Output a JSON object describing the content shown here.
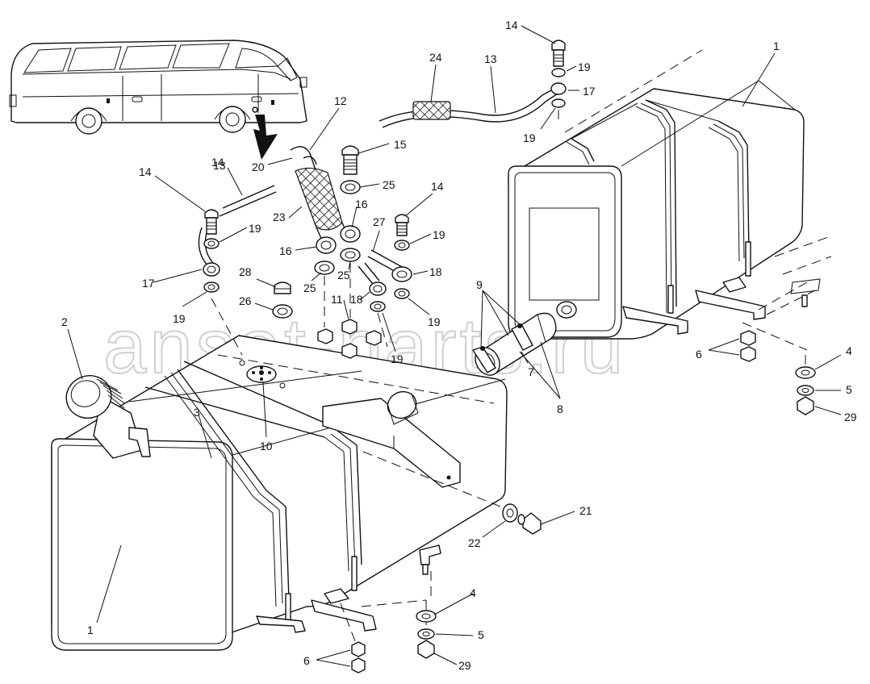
{
  "watermark": "ansat-parts.ru",
  "callouts": [
    {
      "label": "14"
    },
    {
      "label": "19"
    },
    {
      "label": "17"
    },
    {
      "label": "19"
    },
    {
      "label": "1"
    },
    {
      "label": "24"
    },
    {
      "label": "13"
    },
    {
      "label": "12"
    },
    {
      "label": "20"
    },
    {
      "label": "15"
    },
    {
      "label": "25"
    },
    {
      "label": "16"
    },
    {
      "label": "23"
    },
    {
      "label": "16"
    },
    {
      "label": "25"
    },
    {
      "label": "25"
    },
    {
      "label": "14"
    },
    {
      "label": "13"
    },
    {
      "label": "19"
    },
    {
      "label": "17"
    },
    {
      "label": "19"
    },
    {
      "label": "27"
    },
    {
      "label": "14"
    },
    {
      "label": "19"
    },
    {
      "label": "18"
    },
    {
      "label": "18"
    },
    {
      "label": "11"
    },
    {
      "label": "19"
    },
    {
      "label": "19"
    },
    {
      "label": "28"
    },
    {
      "label": "26"
    },
    {
      "label": "9"
    },
    {
      "label": "7"
    },
    {
      "label": "8"
    },
    {
      "label": "6"
    },
    {
      "label": "4"
    },
    {
      "label": "5"
    },
    {
      "label": "29"
    },
    {
      "label": "2"
    },
    {
      "label": "3"
    },
    {
      "label": "10"
    },
    {
      "label": "21"
    },
    {
      "label": "22"
    },
    {
      "label": "1"
    },
    {
      "label": "4"
    },
    {
      "label": "5"
    },
    {
      "label": "6"
    },
    {
      "label": "29"
    },
    {
      "label": "14"
    }
  ]
}
